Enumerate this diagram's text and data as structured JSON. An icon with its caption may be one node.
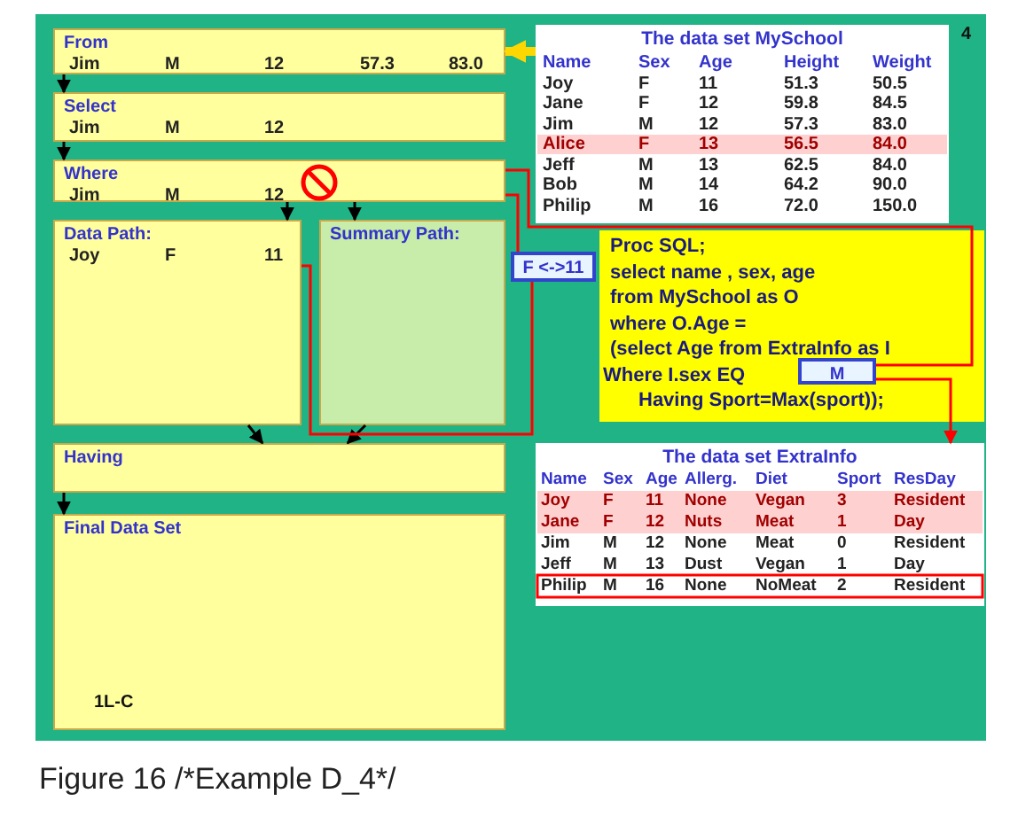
{
  "diagram": {
    "caption": "Figure 16 /*Example D_4*/",
    "nodes": [
      {
        "text": [
          "From",
          "Jim",
          "M",
          "12",
          "57.3",
          "83.0"
        ]
      },
      {
        "text": [
          "Select",
          "Jim",
          "M",
          "12"
        ]
      },
      {
        "text": [
          "Where",
          "Jim",
          "M",
          "12"
        ]
      },
      {
        "text": [
          "Data Path:",
          "Joy",
          "F",
          "11"
        ]
      },
      {
        "text": [
          "Summary Path:"
        ]
      },
      {
        "text": [
          "Having"
        ]
      },
      {
        "text": [
          "Final Data Set",
          "1L-C"
        ]
      },
      {
        "text": [
          "The data set MySchool"
        ]
      },
      {
        "text": [
          "F <->11"
        ]
      },
      {
        "text": [
          "Proc SQL;",
          "select name , sex, age",
          "from MySchool as O",
          "where O.Age =",
          "(select Age from ExtraInfo as I",
          "Where I.sex EQ",
          "Having Sport=Max(sport));"
        ]
      },
      {
        "text": [
          "M"
        ],
        "in": 9
      },
      {
        "text": [
          "The data set ExtraInfo"
        ]
      }
    ],
    "edges": [
      {
        "from": 0,
        "to": 1,
        "arrow": "to"
      },
      {
        "from": 1,
        "to": 2,
        "arrow": "to"
      },
      {
        "from": 2,
        "to": 3,
        "arrow": "to"
      },
      {
        "from": 2,
        "to": 4,
        "arrow": "to"
      },
      {
        "from": 3,
        "to": 5,
        "arrow": "to"
      },
      {
        "from": 4,
        "to": 5,
        "arrow": "to"
      },
      {
        "from": 5,
        "to": 6,
        "arrow": "to"
      },
      {
        "from": 7,
        "to": 0,
        "arrow": "to",
        "style": "thick",
        "color": "#ffd700"
      },
      {
        "from": 2,
        "to": 8,
        "arrow": "none",
        "color": "#ff0000"
      },
      {
        "from": 8,
        "to": 3,
        "arrow": "none",
        "color": "#ff0000"
      },
      {
        "from": 2,
        "to": 10,
        "arrow": "none",
        "color": "#ff0000"
      },
      {
        "from": 10,
        "to": 11,
        "arrow": "to",
        "color": "#ff0000"
      }
    ],
    "labels": [
      "Name",
      "Sex",
      "Age",
      "Height",
      "Weight",
      "Joy",
      "F",
      "11",
      "51.3",
      "50.5",
      "Jane",
      "F",
      "12",
      "59.8",
      "84.5",
      "Jim",
      "M",
      "12",
      "57.3",
      "83.0",
      "Alice",
      "F",
      "13",
      "56.5",
      "84.0",
      "Jeff",
      "M",
      "13",
      "62.5",
      "84.0",
      "Bob",
      "M",
      "14",
      "64.2",
      "90.0",
      "Philip",
      "M",
      "16",
      "72.0",
      "150.0",
      "Name",
      "Sex",
      "Age",
      "Allerg.",
      "Diet",
      "Sport",
      "ResDay",
      "Joy",
      "F",
      "11",
      "None",
      "Vegan",
      "3",
      "Resident",
      "Jane",
      "F",
      "12",
      "Nuts",
      "Meat",
      "1",
      "Day",
      "Jim",
      "M",
      "12",
      "None",
      "Meat",
      "0",
      "Resident",
      "Jeff",
      "M",
      "13",
      "Dust",
      "Vegan",
      "1",
      "Day",
      "Philip",
      "M",
      "16",
      "None",
      "NoMeat",
      "2",
      "Resident",
      "4"
    ]
  }
}
